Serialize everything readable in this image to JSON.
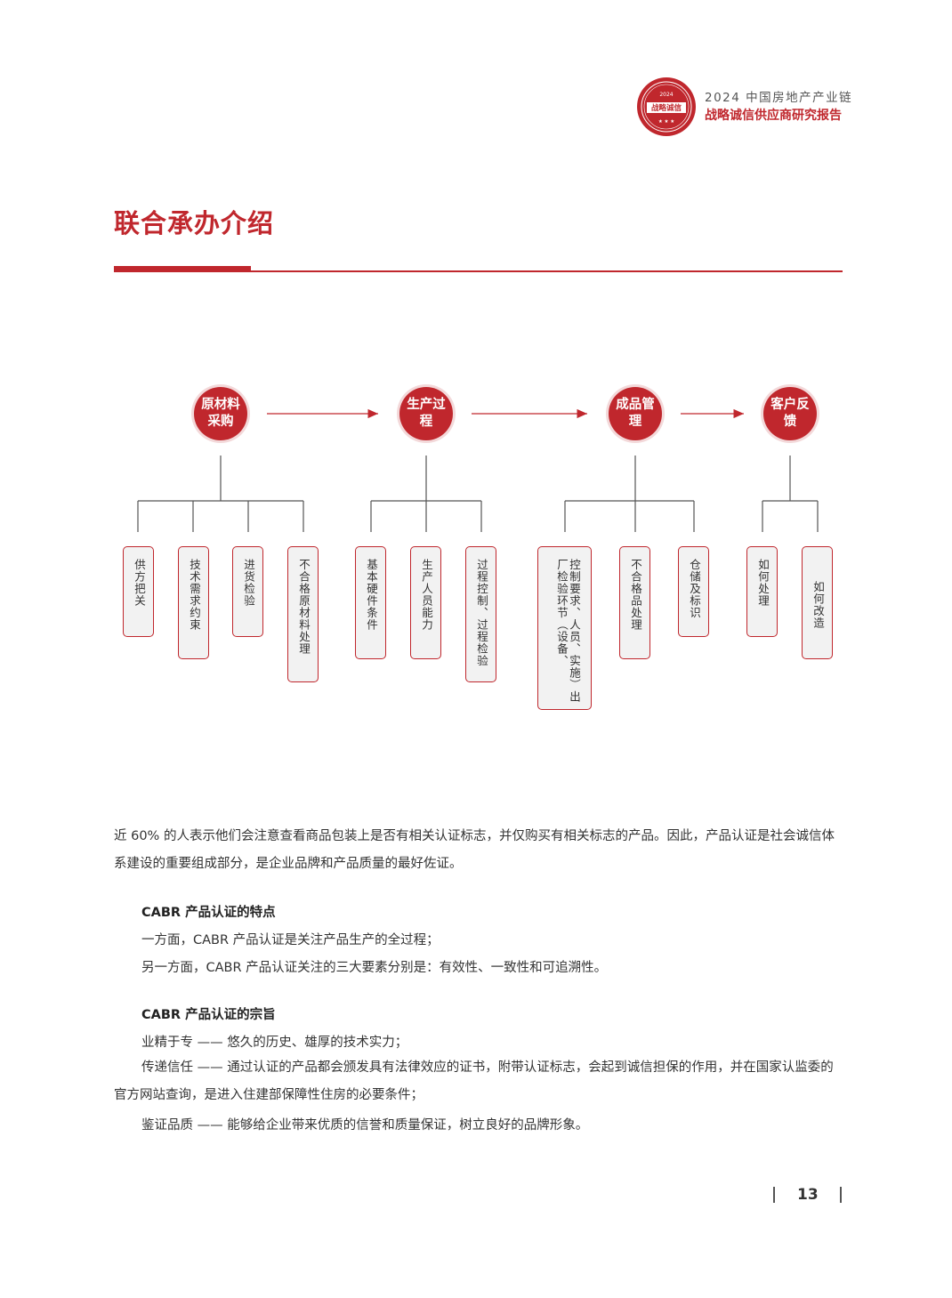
{
  "header": {
    "line1": "2024 中国房地产产业链",
    "line2": "战略诚信供应商研究报告",
    "badge_year": "2024",
    "badge_text": "战略诚信",
    "badge_color": "#c0272d"
  },
  "title": "联合承办介绍",
  "diagram": {
    "stages": [
      {
        "label": "原材料采购",
        "items": [
          "供方把关",
          "技术需求约束",
          "进货检验",
          "不合格原材料处理"
        ]
      },
      {
        "label": "生产过程",
        "items": [
          "基本硬件条件",
          "生产人员能力",
          "过程控制、过程检验"
        ]
      },
      {
        "label": "成品管理",
        "items": [
          "控制要求、人员、实施）出厂检验环节（设备、",
          "不合格品处理",
          "仓储及标识"
        ]
      },
      {
        "label": "客户反馈",
        "items": [
          "如何处理",
          "如何改造"
        ]
      }
    ]
  },
  "intro": "近 60% 的人表示他们会注意查看商品包装上是否有相关认证标志，并仅购买有相关标志的产品。因此，产品认证是社会诚信体系建设的重要组成部分，是企业品牌和产品质量的最好佐证。",
  "features": {
    "heading": "CABR 产品认证的特点",
    "lines": [
      "一方面，CABR 产品认证是关注产品生产的全过程；",
      "另一方面，CABR 产品认证关注的三大要素分别是：有效性、一致性和可追溯性。"
    ]
  },
  "purpose": {
    "heading": "CABR 产品认证的宗旨",
    "lines": [
      "业精于专 —— 悠久的历史、雄厚的技术实力；",
      "传递信任 —— 通过认证的产品都会颁发具有法律效应的证书，附带认证标志，会起到诚信担保的作用，并在国家认监委的官方网站查询，是进入住建部保障性住房的必要条件；",
      "鉴证品质 —— 能够给企业带来优质的信誉和质量保证，树立良好的品牌形象。"
    ]
  },
  "page_number": "13"
}
